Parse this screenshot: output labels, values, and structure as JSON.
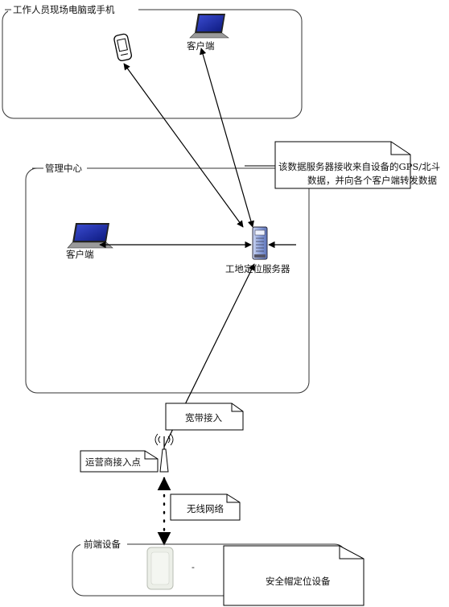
{
  "groups": {
    "field": "工作人员现场电脑或手机",
    "center": "管理中心",
    "front": "前端设备"
  },
  "nodes": {
    "field_laptop": "客户端",
    "center_laptop": "客户端",
    "server": "工地定位服务器",
    "access_point": "运营商接入点",
    "helmet": "安全帽定位设备"
  },
  "notes": {
    "server_line1": "该数据服务器接收来自设备的GPS/北斗",
    "server_line2": "数据，并向各个客户端转发数据",
    "broadband": "宽带接入",
    "wireless": "无线网络"
  },
  "misc": {
    "dash": "-"
  }
}
